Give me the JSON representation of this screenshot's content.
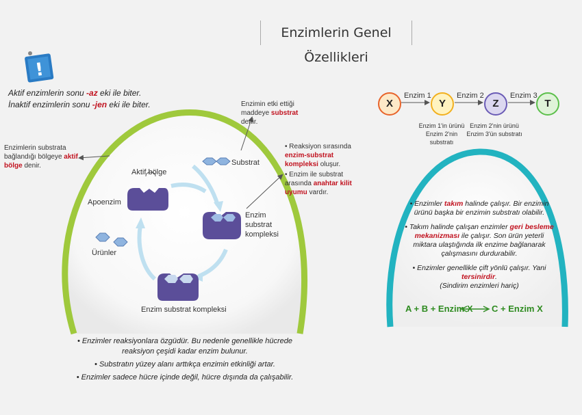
{
  "title": "Enzimlerin Genel Özellikleri",
  "info_note": {
    "line1_pre": "Aktif enzimlerin sonu ",
    "line1_suffix": "-az",
    "line1_post": " eki ile biter.",
    "line2_pre": "İnaktif enzimlerin sonu ",
    "line2_suffix": "-jen",
    "line2_post": " eki ile biter."
  },
  "cycle": {
    "active_site_note_pre": "Enzimlerin substrata bağlandığı bölgeye ",
    "active_site_note_bold": "aktif bölge",
    "active_site_note_post": " denir.",
    "substrate_note_pre": "Enzimin etki ettiği maddeye ",
    "substrate_note_bold": "substrat",
    "substrate_note_post": " denir.",
    "complex_note1_pre": "Reaksiyon sırasında ",
    "complex_note1_bold": "enzim-substrat kompleksi",
    "complex_note1_post": " oluşur.",
    "complex_note2_pre": "Enzim ile substrat arasında ",
    "complex_note2_bold": "anahtar kilit uyumu",
    "complex_note2_post": " vardır.",
    "aktif_bolge": "Aktif bölge",
    "apoenzim": "Apoenzim",
    "substrat": "Substrat",
    "enzim_substrat_kompleksi_right": "Enzim substrat kompleksi",
    "urunler": "Ürünler",
    "enzim_substrat_kompleksi_bottom": "Enzim substrat kompleksi"
  },
  "left_bullets": [
    "Enzimler reaksiyonlara özgüdür. Bu nedenle genellikle hücrede reaksiyon çeşidi kadar enzim bulunur.",
    "Substratın yüzey alanı arttıkça enzimin etkinliği artar.",
    "Enzimler sadece hücre içinde değil, hücre dışında da çalışabilir."
  ],
  "pathway": {
    "nodes": [
      {
        "letter": "X",
        "color": "#e8632a"
      },
      {
        "letter": "Y",
        "color": "#f2b01e"
      },
      {
        "letter": "Z",
        "color": "#6a5bb5"
      },
      {
        "letter": "T",
        "color": "#5bbf4a"
      }
    ],
    "enzymes": [
      "Enzim 1",
      "Enzim 2",
      "Enzim 3"
    ],
    "captions": [
      "Enzim 1'in ürünü Enzim 2'nin substratı",
      "Enzim 2'nin ürünü Enzim 3'ün substratı"
    ]
  },
  "right_bullets": {
    "b1_pre": "Enzimler ",
    "b1_bold": "takım",
    "b1_post": " halinde çalışır. Bir enzimin ürünü başka bir enzimin substratı olabilir.",
    "b2_pre": "Takım halinde çalışan enzimler ",
    "b2_bold": "geri besleme mekanizması",
    "b2_post": " ile çalışır. Son ürün yeterli miktara ulaştığında ilk enzime bağlanarak çalışmasını durdurabilir.",
    "b3_pre": "Enzimler genellikle çift yönlü çalışır. Yani ",
    "b3_bold": "tersinirdir",
    "b3_post": ".",
    "b3_note": "(Sindirim enzimleri hariç)",
    "eq_left": "A + B + Enzim X",
    "eq_right": "C + Enzim X"
  }
}
